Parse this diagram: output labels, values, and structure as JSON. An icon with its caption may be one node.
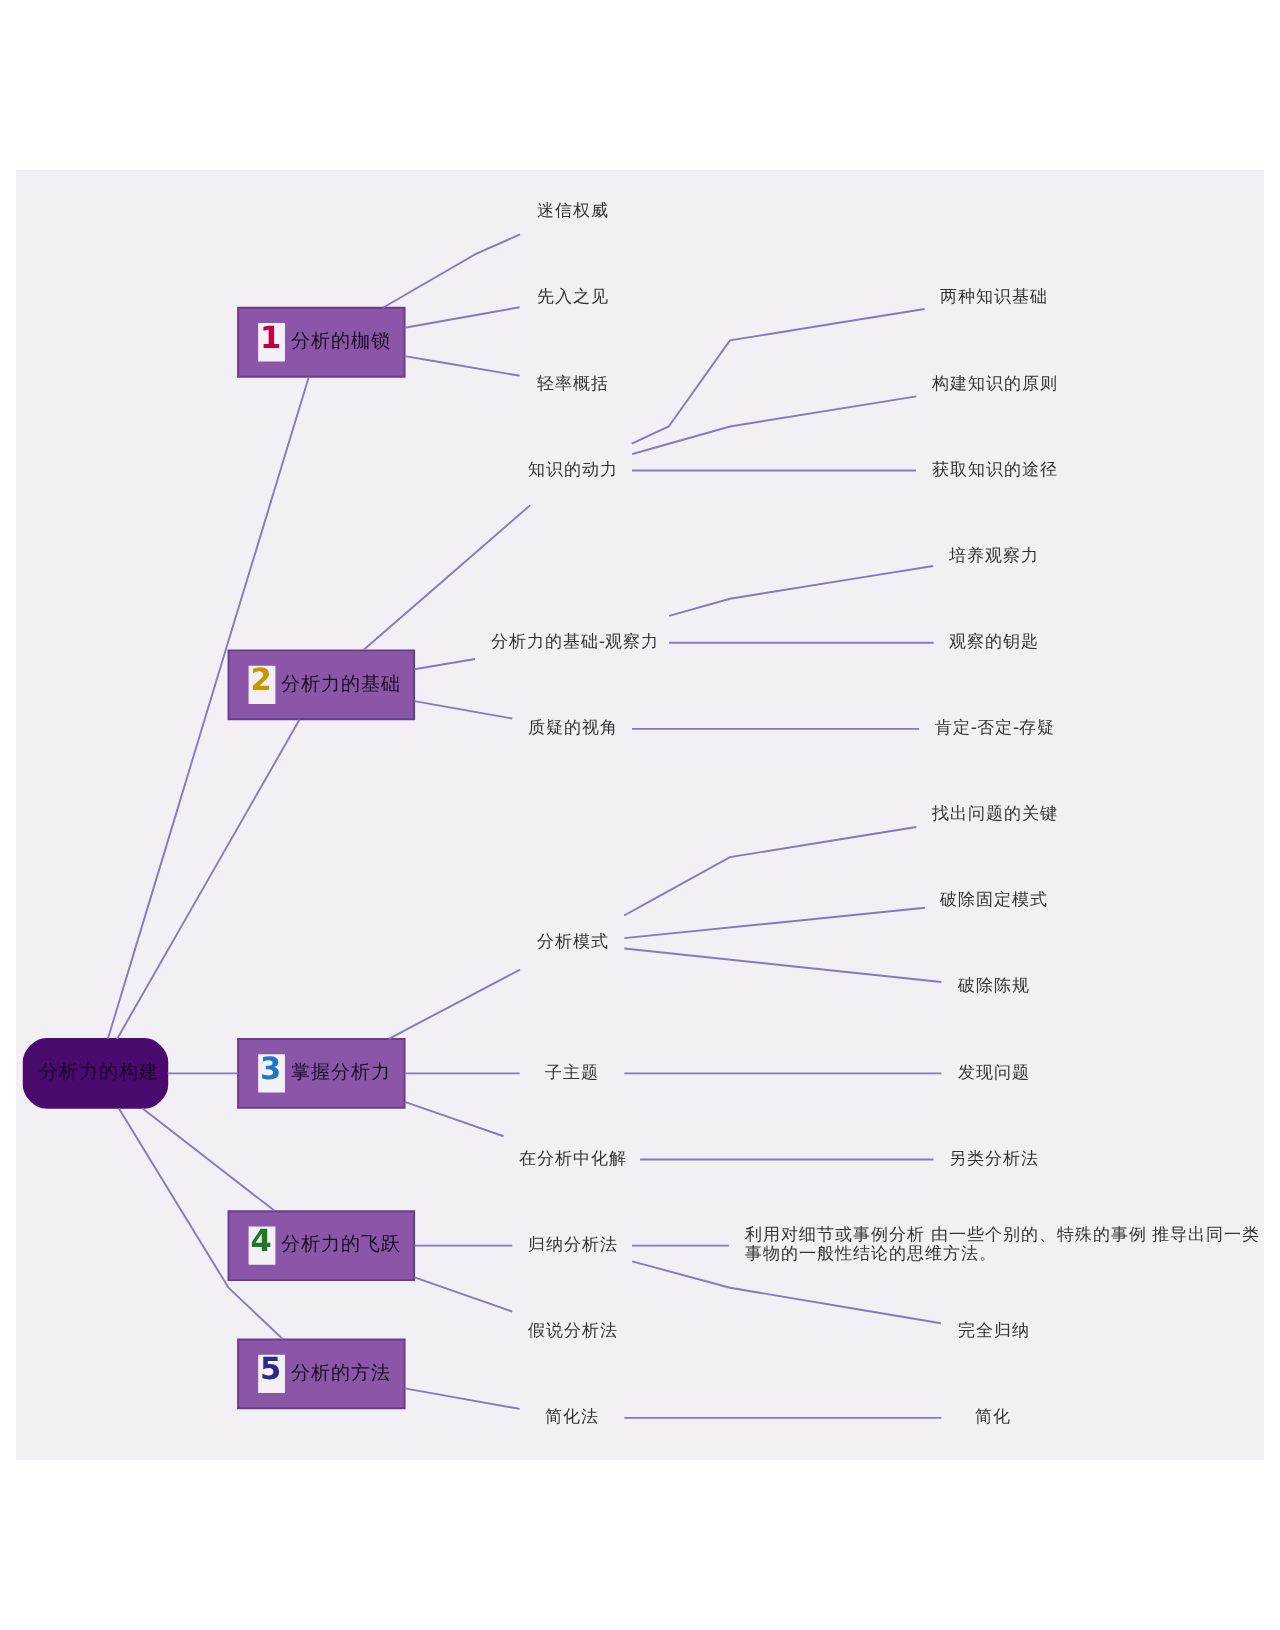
{
  "diagram": {
    "nodes": [
      {
        "text": [
          "分析力的构建"
        ]
      },
      {
        "text": [
          "1",
          "分析的枷锁"
        ]
      },
      {
        "text": [
          "迷信权威"
        ]
      },
      {
        "text": [
          "先入之见"
        ]
      },
      {
        "text": [
          "轻率概括"
        ]
      },
      {
        "text": [
          "2",
          "分析力的基础"
        ]
      },
      {
        "text": [
          "知识的动力"
        ]
      },
      {
        "text": [
          "两种知识基础"
        ]
      },
      {
        "text": [
          "构建知识的原则"
        ]
      },
      {
        "text": [
          "获取知识的途径"
        ]
      },
      {
        "text": [
          "分析力的基础-观察力"
        ]
      },
      {
        "text": [
          "培养观察力"
        ]
      },
      {
        "text": [
          "观察的钥匙"
        ]
      },
      {
        "text": [
          "质疑的视角"
        ]
      },
      {
        "text": [
          "肯定-否定-存疑"
        ]
      },
      {
        "text": [
          "3",
          "掌握分析力"
        ]
      },
      {
        "text": [
          "分析模式"
        ]
      },
      {
        "text": [
          "找出问题的关键"
        ]
      },
      {
        "text": [
          "破除固定模式"
        ]
      },
      {
        "text": [
          "破除陈规"
        ]
      },
      {
        "text": [
          "子主题"
        ]
      },
      {
        "text": [
          "发现问题"
        ]
      },
      {
        "text": [
          "在分析中化解"
        ]
      },
      {
        "text": [
          "另类分析法"
        ]
      },
      {
        "text": [
          "4",
          "分析力的飞跃"
        ]
      },
      {
        "text": [
          "归纳分析法"
        ]
      },
      {
        "text": [
          "利用对细节或事例分析 由一些个别的、特殊的事例 推导出同一类事物的一般性结论的思维方法。"
        ]
      },
      {
        "text": [
          "完全归纳"
        ]
      },
      {
        "text": [
          "假说分析法"
        ]
      },
      {
        "text": [
          "5",
          "分析的方法"
        ]
      },
      {
        "text": [
          "简化法"
        ]
      },
      {
        "text": [
          "简化"
        ]
      }
    ],
    "edges": [
      {
        "from": 0,
        "to": 1,
        "arrow": "none"
      },
      {
        "from": 1,
        "to": 2,
        "arrow": "none"
      },
      {
        "from": 1,
        "to": 3,
        "arrow": "none"
      },
      {
        "from": 1,
        "to": 4,
        "arrow": "none"
      },
      {
        "from": 0,
        "to": 5,
        "arrow": "none"
      },
      {
        "from": 5,
        "to": 6,
        "arrow": "none"
      },
      {
        "from": 6,
        "to": 7,
        "arrow": "none"
      },
      {
        "from": 6,
        "to": 8,
        "arrow": "none"
      },
      {
        "from": 6,
        "to": 9,
        "arrow": "none"
      },
      {
        "from": 5,
        "to": 10,
        "arrow": "none"
      },
      {
        "from": 10,
        "to": 11,
        "arrow": "none"
      },
      {
        "from": 10,
        "to": 12,
        "arrow": "none"
      },
      {
        "from": 5,
        "to": 13,
        "arrow": "none"
      },
      {
        "from": 13,
        "to": 14,
        "arrow": "none"
      },
      {
        "from": 0,
        "to": 15,
        "arrow": "none"
      },
      {
        "from": 15,
        "to": 16,
        "arrow": "none"
      },
      {
        "from": 16,
        "to": 17,
        "arrow": "none"
      },
      {
        "from": 16,
        "to": 18,
        "arrow": "none"
      },
      {
        "from": 16,
        "to": 19,
        "arrow": "none"
      },
      {
        "from": 15,
        "to": 20,
        "arrow": "none"
      },
      {
        "from": 20,
        "to": 21,
        "arrow": "none"
      },
      {
        "from": 15,
        "to": 22,
        "arrow": "none"
      },
      {
        "from": 22,
        "to": 23,
        "arrow": "none"
      },
      {
        "from": 0,
        "to": 24,
        "arrow": "none"
      },
      {
        "from": 24,
        "to": 25,
        "arrow": "none"
      },
      {
        "from": 25,
        "to": 26,
        "arrow": "none"
      },
      {
        "from": 25,
        "to": 27,
        "arrow": "none"
      },
      {
        "from": 24,
        "to": 28,
        "arrow": "none"
      },
      {
        "from": 0,
        "to": 29,
        "arrow": "none"
      },
      {
        "from": 29,
        "to": 30,
        "arrow": "none"
      },
      {
        "from": 30,
        "to": 31,
        "arrow": "none"
      }
    ]
  }
}
